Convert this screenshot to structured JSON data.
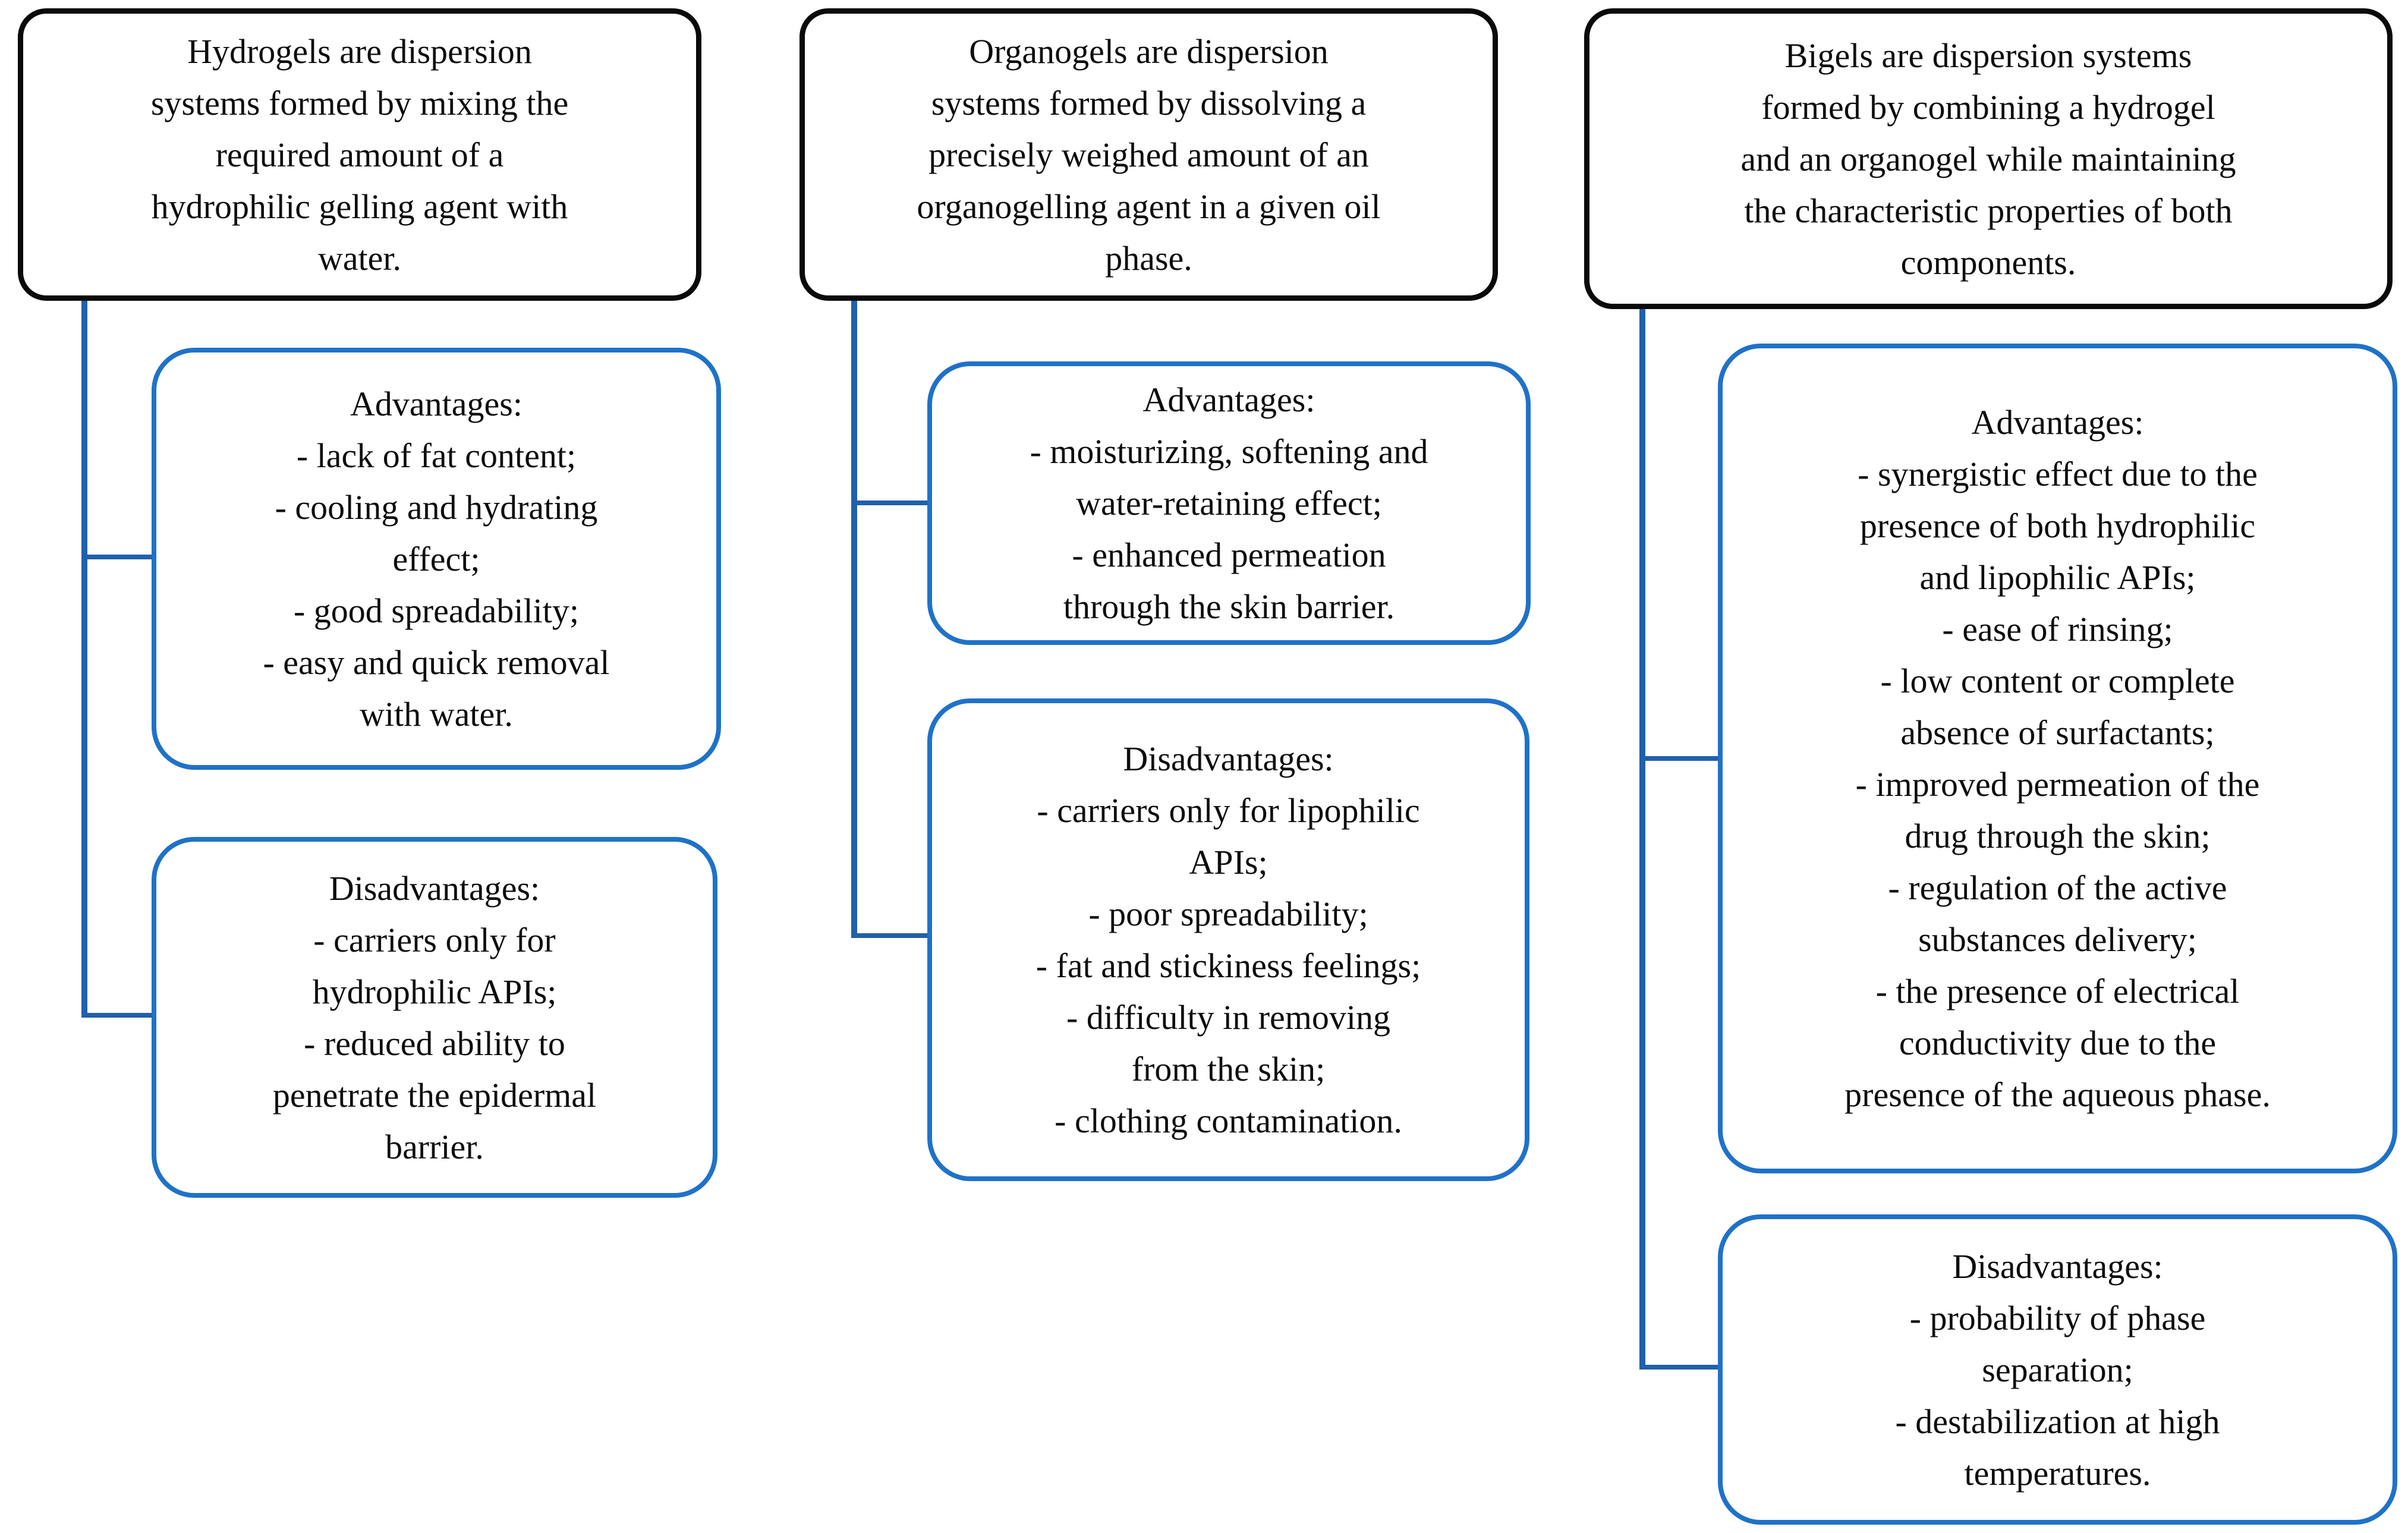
{
  "figure": {
    "background_color": "#ffffff",
    "definition_border_color": "#0a0a0a",
    "detail_border_color": "#1f72c8",
    "connector_color": "#2160ab"
  },
  "columns": [
    {
      "name": "Hydrogels",
      "definition_lines": [
        "Hydrogels are dispersion",
        "systems formed by mixing the",
        "required amount of a",
        "hydrophilic gelling agent with",
        "water."
      ],
      "advantages_lines": [
        "Advantages:",
        "- lack of fat content;",
        "- cooling and hydrating",
        "effect;",
        "- good spreadability;",
        "- easy and quick removal",
        "with water."
      ],
      "disadvantages_lines": [
        "Disadvantages:",
        "- carriers only for",
        "hydrophilic APIs;",
        "- reduced ability to",
        "penetrate the epidermal",
        "barrier."
      ]
    },
    {
      "name": "Organogels",
      "definition_lines": [
        "Organogels are dispersion",
        "systems formed by dissolving a",
        "precisely weighed amount of an",
        "organogelling agent in a given oil",
        "phase."
      ],
      "advantages_lines": [
        "Advantages:",
        "- moisturizing, softening and",
        "water-retaining effect;",
        "- enhanced permeation",
        "through the skin barrier."
      ],
      "disadvantages_lines": [
        "Disadvantages:",
        "- carriers only for lipophilic",
        "APIs;",
        "- poor spreadability;",
        "- fat and stickiness feelings;",
        "- difficulty in removing",
        "from the skin;",
        "- clothing contamination."
      ]
    },
    {
      "name": "Bigels",
      "definition_lines": [
        "Bigels are dispersion systems",
        "formed by combining a hydrogel",
        "and an organogel while maintaining",
        "the characteristic properties of both",
        "components."
      ],
      "advantages_lines": [
        "Advantages:",
        "- synergistic effect due to the",
        "presence of both hydrophilic",
        "and lipophilic APIs;",
        "- ease of rinsing;",
        "- low content or complete",
        "absence of surfactants;",
        "- improved permeation of the",
        "drug through the skin;",
        "- regulation of the active",
        "substances delivery;",
        "- the presence of electrical",
        "conductivity due to the",
        "presence of the aqueous phase."
      ],
      "disadvantages_lines": [
        "Disadvantages:",
        "- probability of phase",
        "separation;",
        "- destabilization at high",
        "temperatures."
      ]
    }
  ]
}
